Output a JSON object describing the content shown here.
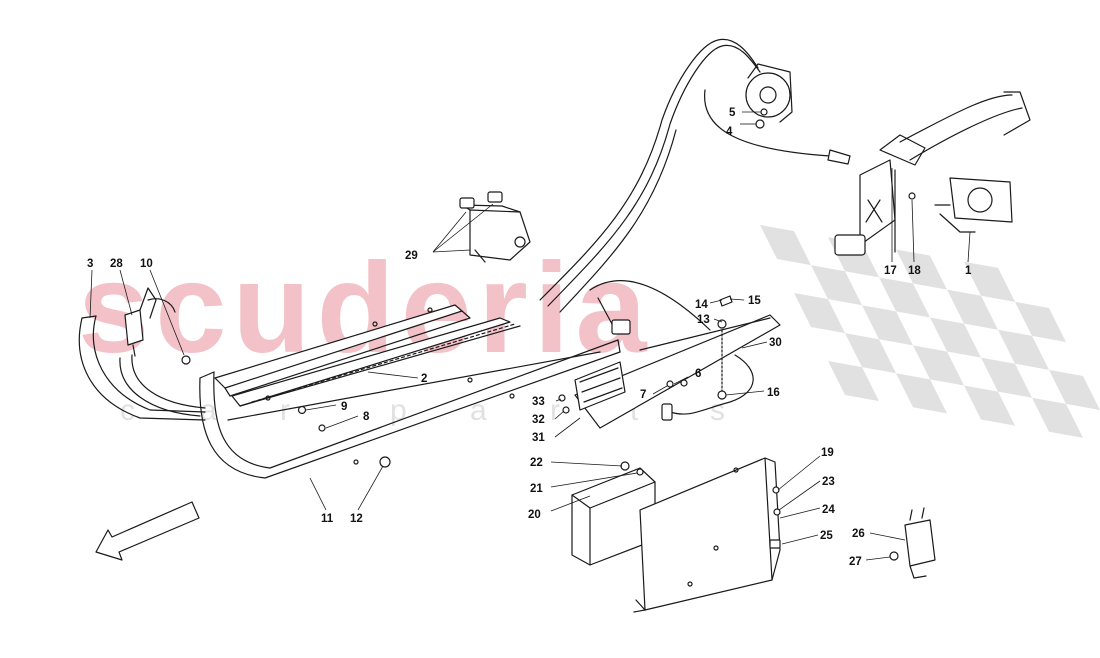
{
  "watermark": {
    "brand": "scuderia",
    "sub_letters": [
      "c",
      "a",
      "r",
      "p",
      "a",
      "r",
      "t",
      "s"
    ],
    "brand_color": "#f2b8bf",
    "sub_color": "#dcdcdc",
    "checker_color": "#d9d9d9"
  },
  "callouts": [
    {
      "id": "c1",
      "text": "1"
    },
    {
      "id": "c2",
      "text": "2"
    },
    {
      "id": "c3",
      "text": "3"
    },
    {
      "id": "c4",
      "text": "4"
    },
    {
      "id": "c5",
      "text": "5"
    },
    {
      "id": "c6",
      "text": "6"
    },
    {
      "id": "c7",
      "text": "7"
    },
    {
      "id": "c8",
      "text": "8"
    },
    {
      "id": "c9",
      "text": "9"
    },
    {
      "id": "c10",
      "text": "10"
    },
    {
      "id": "c11",
      "text": "11"
    },
    {
      "id": "c12",
      "text": "12"
    },
    {
      "id": "c13",
      "text": "13"
    },
    {
      "id": "c14",
      "text": "14"
    },
    {
      "id": "c15",
      "text": "15"
    },
    {
      "id": "c16",
      "text": "16"
    },
    {
      "id": "c17",
      "text": "17"
    },
    {
      "id": "c18",
      "text": "18"
    },
    {
      "id": "c19",
      "text": "19"
    },
    {
      "id": "c20",
      "text": "20"
    },
    {
      "id": "c21",
      "text": "21"
    },
    {
      "id": "c22",
      "text": "22"
    },
    {
      "id": "c23",
      "text": "23"
    },
    {
      "id": "c24",
      "text": "24"
    },
    {
      "id": "c25",
      "text": "25"
    },
    {
      "id": "c26",
      "text": "26"
    },
    {
      "id": "c27",
      "text": "27"
    },
    {
      "id": "c28",
      "text": "28"
    },
    {
      "id": "c29",
      "text": "29"
    },
    {
      "id": "c30",
      "text": "30"
    },
    {
      "id": "c31",
      "text": "31"
    },
    {
      "id": "c32",
      "text": "32"
    },
    {
      "id": "c33",
      "text": "33"
    }
  ],
  "icons": {
    "direction": "front-direction-arrow-icon"
  }
}
